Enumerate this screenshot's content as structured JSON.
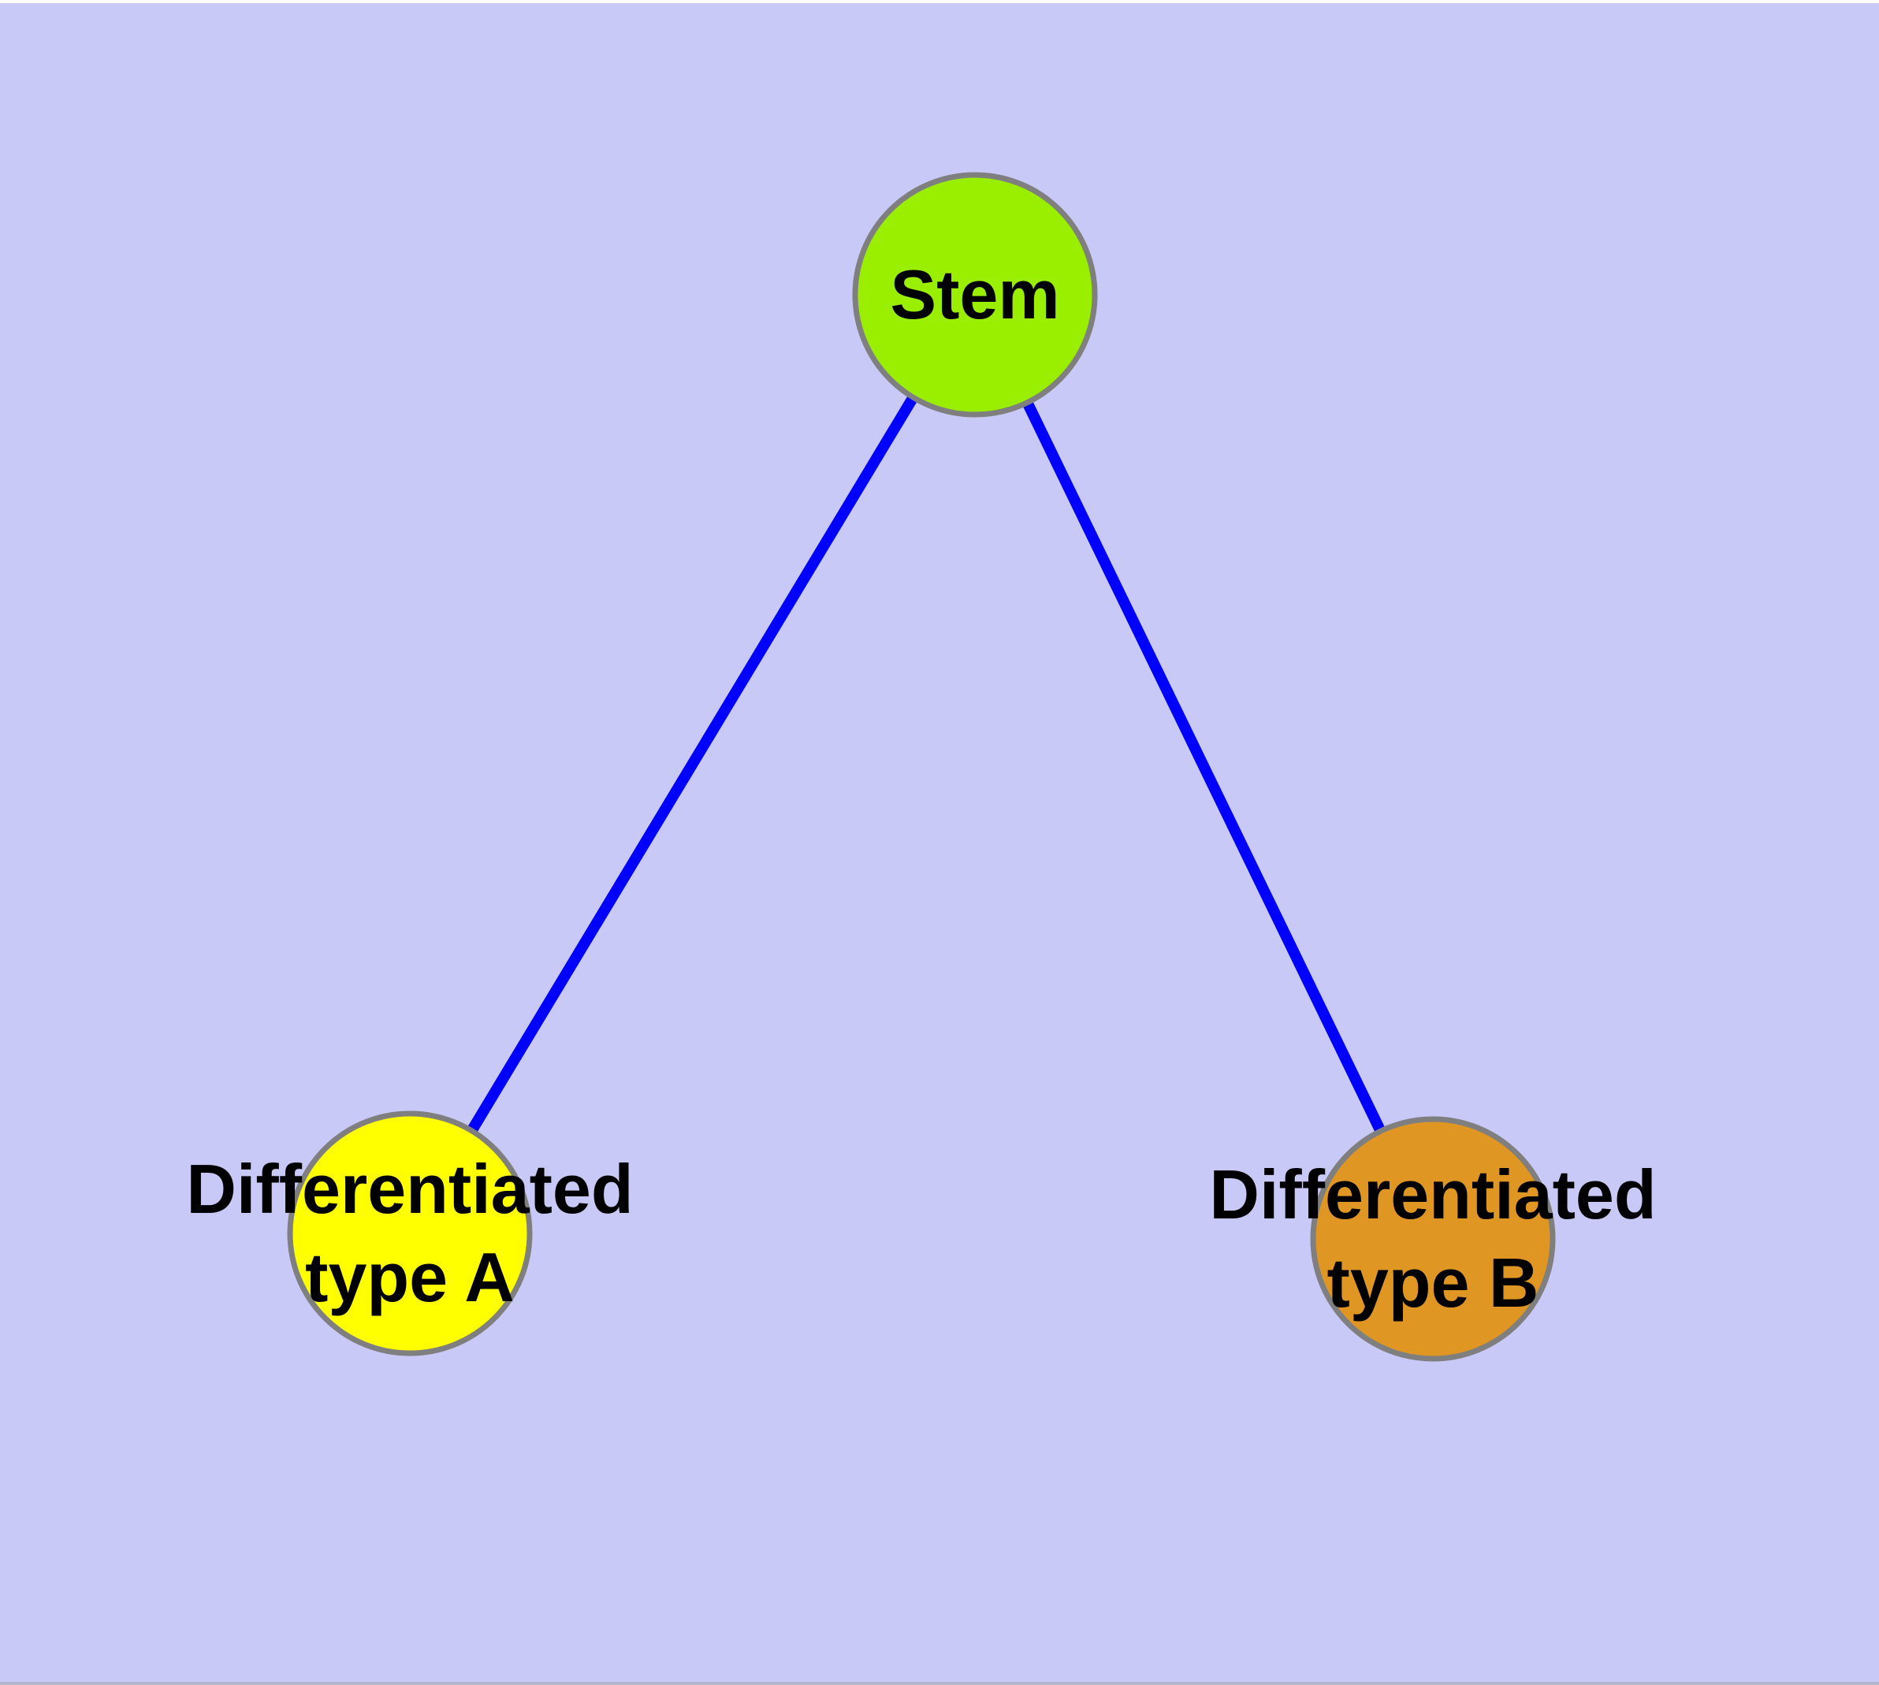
{
  "diagram": {
    "background_color": "#c9c9f8",
    "frame_top_color": "#ffffff",
    "frame_bottom_color": "#b5b5cb",
    "edge_color": "#0000ff",
    "node_border_color": "#7f7f7f",
    "label_color": "#000000",
    "nodes": [
      {
        "id": "stem",
        "label": "Stem",
        "line1": "Stem",
        "line2": "",
        "color": "#9aef00"
      },
      {
        "id": "diff-a",
        "label": "Differentiated type A",
        "line1": "Differentiated",
        "line2": "type A",
        "color": "#ffff00"
      },
      {
        "id": "diff-b",
        "label": "Differentiated type B",
        "line1": "Differentiated",
        "line2": "type B",
        "color": "#e09623"
      }
    ],
    "edges": [
      {
        "from": "Stem",
        "to": "Differentiated type A"
      },
      {
        "from": "Stem",
        "to": "Differentiated type B"
      }
    ]
  }
}
